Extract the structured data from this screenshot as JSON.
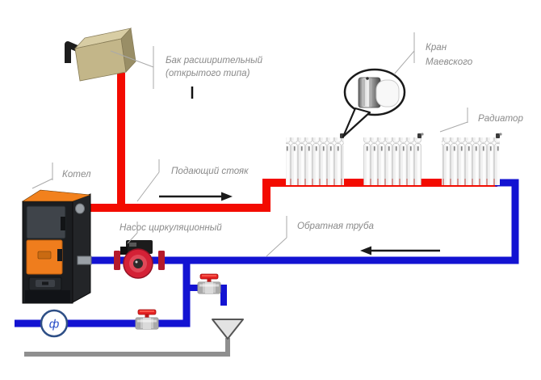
{
  "diagram": {
    "labels": {
      "expansion_tank_line1": "Бак расширительный",
      "expansion_tank_line2": "(открытого типа)",
      "mayevsky_line1": "Кран",
      "mayevsky_line2": "Маевского",
      "radiator": "Радиатор",
      "boiler": "Котел",
      "supply_riser": "Подающий стояк",
      "circulation_pump": "Насос циркуляционный",
      "return_pipe": "Обратная труба",
      "filter_symbol": "ф"
    },
    "colors": {
      "supply_pipe": "#f30b00",
      "return_pipe": "#1313d2",
      "drain_pipe": "#8f8f8f",
      "label_text": "#8a8a8a",
      "boiler_orange": "#f2811d",
      "pump_red": "#d42136",
      "tank_beige": "#c3b689",
      "valve_handle_red": "#e62222",
      "filter_ring_blue": "#2e4f86"
    },
    "radiators": {
      "count": 3,
      "sections_each": 8
    }
  }
}
